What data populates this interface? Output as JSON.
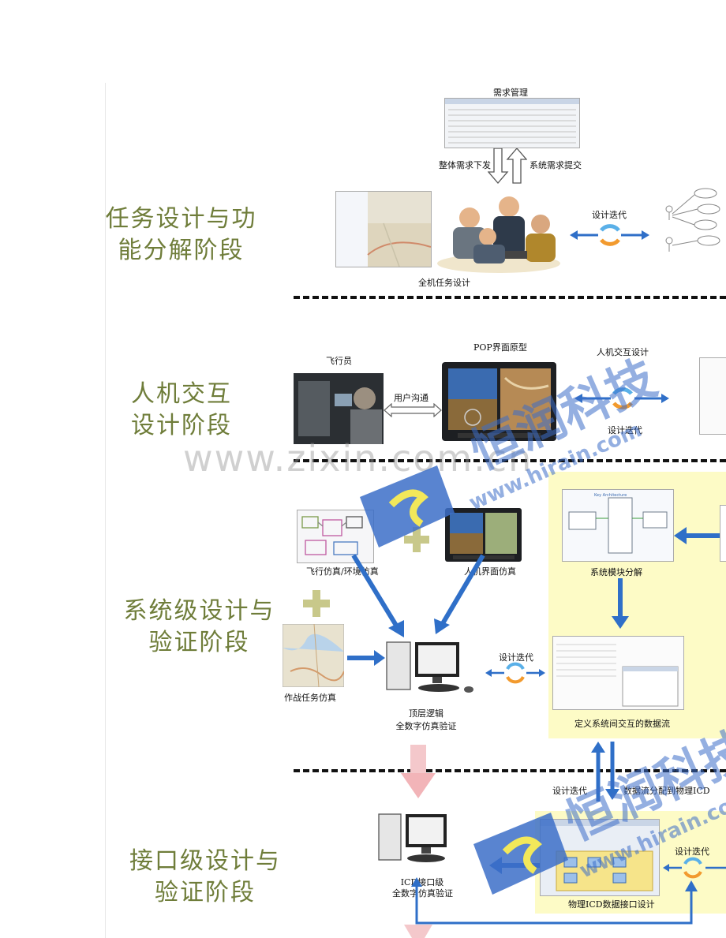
{
  "stages": [
    {
      "title_line1": "任务设计与功",
      "title_line2": "能分解阶段"
    },
    {
      "title_line1": "人机交互",
      "title_line2": "设计阶段"
    },
    {
      "title_line1": "系统级设计与",
      "title_line2": "验证阶段"
    },
    {
      "title_line1": "接口级设计与",
      "title_line2": "验证阶段"
    }
  ],
  "captions": {
    "requirements_mgmt": "需求管理",
    "overall_req_down": "整体需求下发",
    "system_req_submit": "系统需求提交",
    "design_iter_1": "设计迭代",
    "full_mission_design": "全机任务设计",
    "pilot": "飞行员",
    "pop_prototype": "POP界面原型",
    "hmi_design": "人机交互设计",
    "user_comm": "用户沟通",
    "design_iter_2": "设计迭代",
    "flight_env_sim": "飞行仿真/环境仿真",
    "hmi_sim": "人机界面仿真",
    "system_module": "系统模块分解",
    "design_iter_3": "设计迭代",
    "combat_sim": "作战任务仿真",
    "top_logic_1": "顶层逻辑",
    "top_logic_2": "全数字仿真验证",
    "define_dataflow": "定义系统间交互的数据流",
    "design_iter_4": "设计迭代",
    "data_alloc": "数据流分配到物理ICD",
    "icd_level_1": "ICD接口级",
    "icd_level_2": "全数字仿真验证",
    "physical_icd": "物理ICD数据接口设计",
    "design_iter_5": "设计迭代"
  },
  "watermarks": {
    "site": "www.zixin.com.cn",
    "brand_cn": "恒润科技",
    "brand_url": "www.hirain.com"
  },
  "colors": {
    "stage_title": "#6f7d3a",
    "arrow_blue": "#2f6fc8",
    "highlight_yellow": "#fdfbc6",
    "watermark_blue": "#3c6ec8"
  }
}
